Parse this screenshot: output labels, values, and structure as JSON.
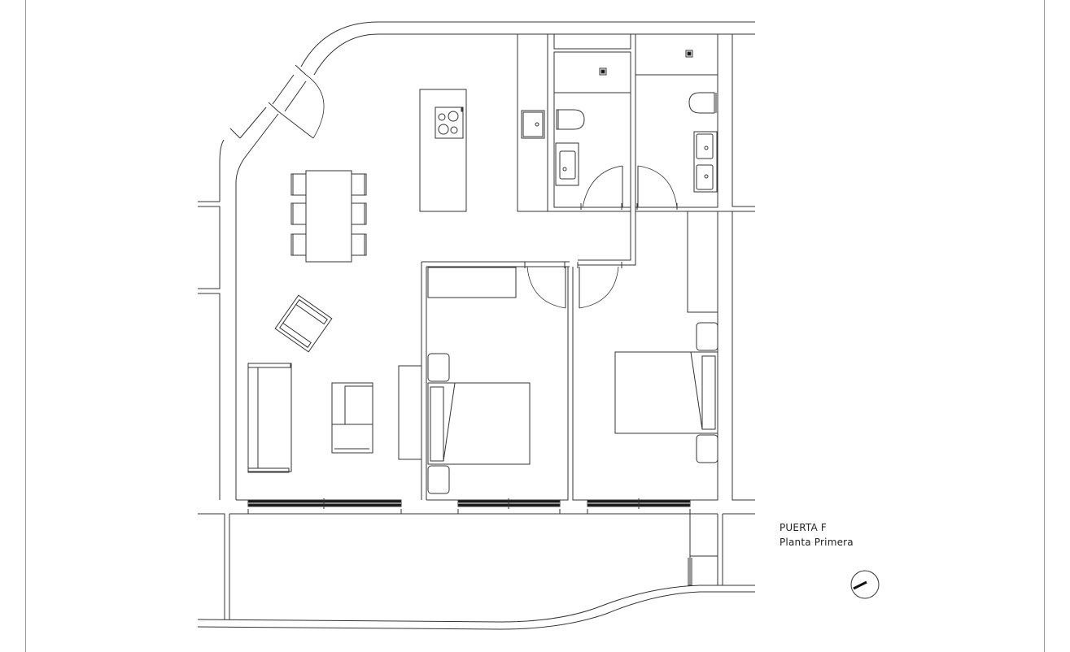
{
  "title_block": {
    "unit": "PUERTA F",
    "floor": "Planta Primera"
  },
  "compass": {
    "icon": "north-arrow-icon"
  },
  "colors": {
    "line": "#333333",
    "light_line": "#777777",
    "window_fill": "#1a1a1a",
    "frame": "#9a9a9a",
    "background": "#ffffff"
  },
  "rooms": [
    {
      "name": "living-dining-kitchen"
    },
    {
      "name": "bathroom-1"
    },
    {
      "name": "bathroom-2"
    },
    {
      "name": "bedroom-1"
    },
    {
      "name": "bedroom-2"
    },
    {
      "name": "terrace"
    }
  ]
}
